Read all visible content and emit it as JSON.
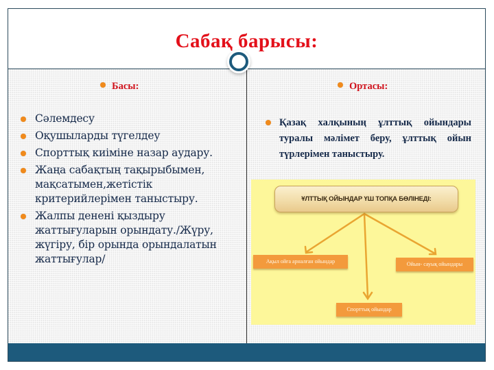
{
  "slide": {
    "title": "Сабақ барысы:",
    "colors": {
      "title": "#e3101a",
      "accent_bar": "#1d5a7c",
      "bullet": "#f08a1c",
      "body_text": "#162a4a",
      "diagram_bg": "#fdf79a",
      "diagram_box": "#f39a3c"
    }
  },
  "left_column": {
    "heading": "Басы:",
    "items": [
      "Сәлемдесу",
      "Оқушыларды түгелдеу",
      "Спорттық киіміне назар аудару.",
      "Жаңа сабақтың тақырыбымен, мақсатымен,жетістік критерийлерімен таныстыру.",
      "Жалпы денені қыздыру жаттығуларын орындату./Жүру, жүгіру, бір орында орындалатын жаттығулар/"
    ]
  },
  "right_column": {
    "heading": "Ортасы:",
    "item": "Қазақ халқының ұлттық ойындары туралы мәлімет беру, ұлттық ойын түрлерімен таныстыру.",
    "diagram": {
      "header": "ҰЛТТЫҚ ОЙЫНДАР ҮШ ТОПҚА БӨЛІНЕДІ:",
      "boxes": [
        "Ақыл ойға арналған ойындар",
        "Спорттық ойындар",
        "Ойын- сауық ойындары"
      ]
    }
  }
}
